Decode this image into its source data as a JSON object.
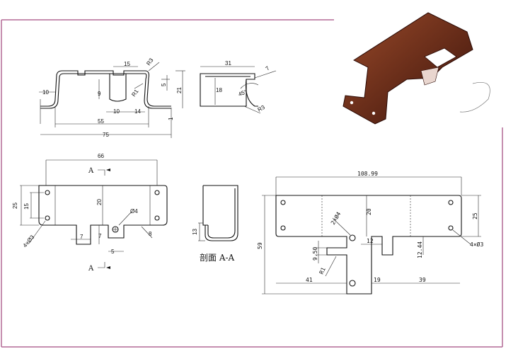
{
  "colors": {
    "frame": "#b46a96",
    "part": "#5a1f12",
    "part_light": "#9a4a2a",
    "line": "#111111"
  },
  "front_view": {
    "overall_length": "75",
    "inner_length": "55",
    "top_width": "15",
    "left_flange": "10",
    "bottom_seg_left": "10",
    "bottom_seg_right": "14",
    "bend_radius_top": "R3",
    "bend_radius_inner": "R1",
    "height": "21",
    "slot_height": "5",
    "thickness": "1",
    "tab_height": "9"
  },
  "side_view": {
    "width": "31",
    "height": "18",
    "tab": "7",
    "angle": "45°",
    "radius": "R3"
  },
  "top_view": {
    "overall_width": "66",
    "height": "25",
    "hole_spacing": "15",
    "tab_height": "20",
    "hole_label": "Ø4",
    "holes_label": "4×Ø3",
    "tab_width": "7",
    "tab_gap": "7",
    "tab_offset": "5",
    "slot": "8",
    "section_marker": "A"
  },
  "section_view": {
    "depth": "13",
    "caption": "剖面 A-A"
  },
  "flat_pattern": {
    "overall_length": "108.99",
    "overall_height": "59",
    "body_height": "20",
    "right_height": "25",
    "holes_label": "2×Ø4",
    "holes_label_right": "4×Ø3",
    "left_offset": "41",
    "tab_width": "19",
    "right_offset": "39",
    "step": "12",
    "step_height": "12.44",
    "slot_height": "9.50",
    "radius": "R1"
  }
}
